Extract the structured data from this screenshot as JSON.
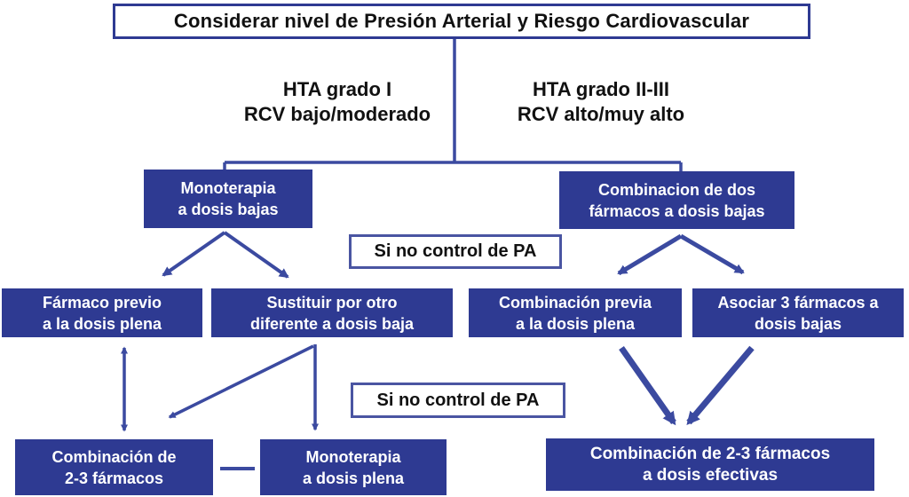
{
  "colors": {
    "box_navy": "#2e3a92",
    "line_blue": "#3b4aa0",
    "gate_border_blue": "#4a55a2",
    "text_black": "#111111",
    "text_white": "#ffffff"
  },
  "title": "Considerar nivel de Presión Arterial  y Riesgo Cardiovascular",
  "branch_labels": {
    "left": {
      "line1": "HTA grado I",
      "line2": "RCV bajo/moderado"
    },
    "right": {
      "line1": "HTA grado II-III",
      "line2": "RCV alto/muy alto"
    }
  },
  "gates": {
    "gate1": "Si no control de PA",
    "gate2": "Si no control de PA"
  },
  "boxes": {
    "monoterapia_bajas": {
      "line1": "Monoterapia",
      "line2": "a dosis bajas"
    },
    "combinacion_dos": {
      "line1": "Combinacion de dos",
      "line2": "fármacos  a dosis bajas"
    },
    "farmaco_previo": {
      "line1": "Fármaco  previo",
      "line2": "a la dosis plena"
    },
    "sustituir": {
      "line1": "Sustituir  por otro",
      "line2": "diferente  a dosis baja"
    },
    "combinacion_previa": {
      "line1": "Combinación  previa",
      "line2": "a la dosis plena"
    },
    "asociar": {
      "line1": "Asociar  3 fármacos a",
      "line2": "dosis bajas"
    },
    "combinacion_23": {
      "line1": "Combinación de",
      "line2": "2-3 fármacos"
    },
    "monoterapia_plena": {
      "line1": "Monoterapia",
      "line2": "a dosis plena"
    },
    "combinacion_efectivas": {
      "line1": "Combinación de 2-3 fármacos",
      "line2": "a dosis efectivas"
    }
  }
}
